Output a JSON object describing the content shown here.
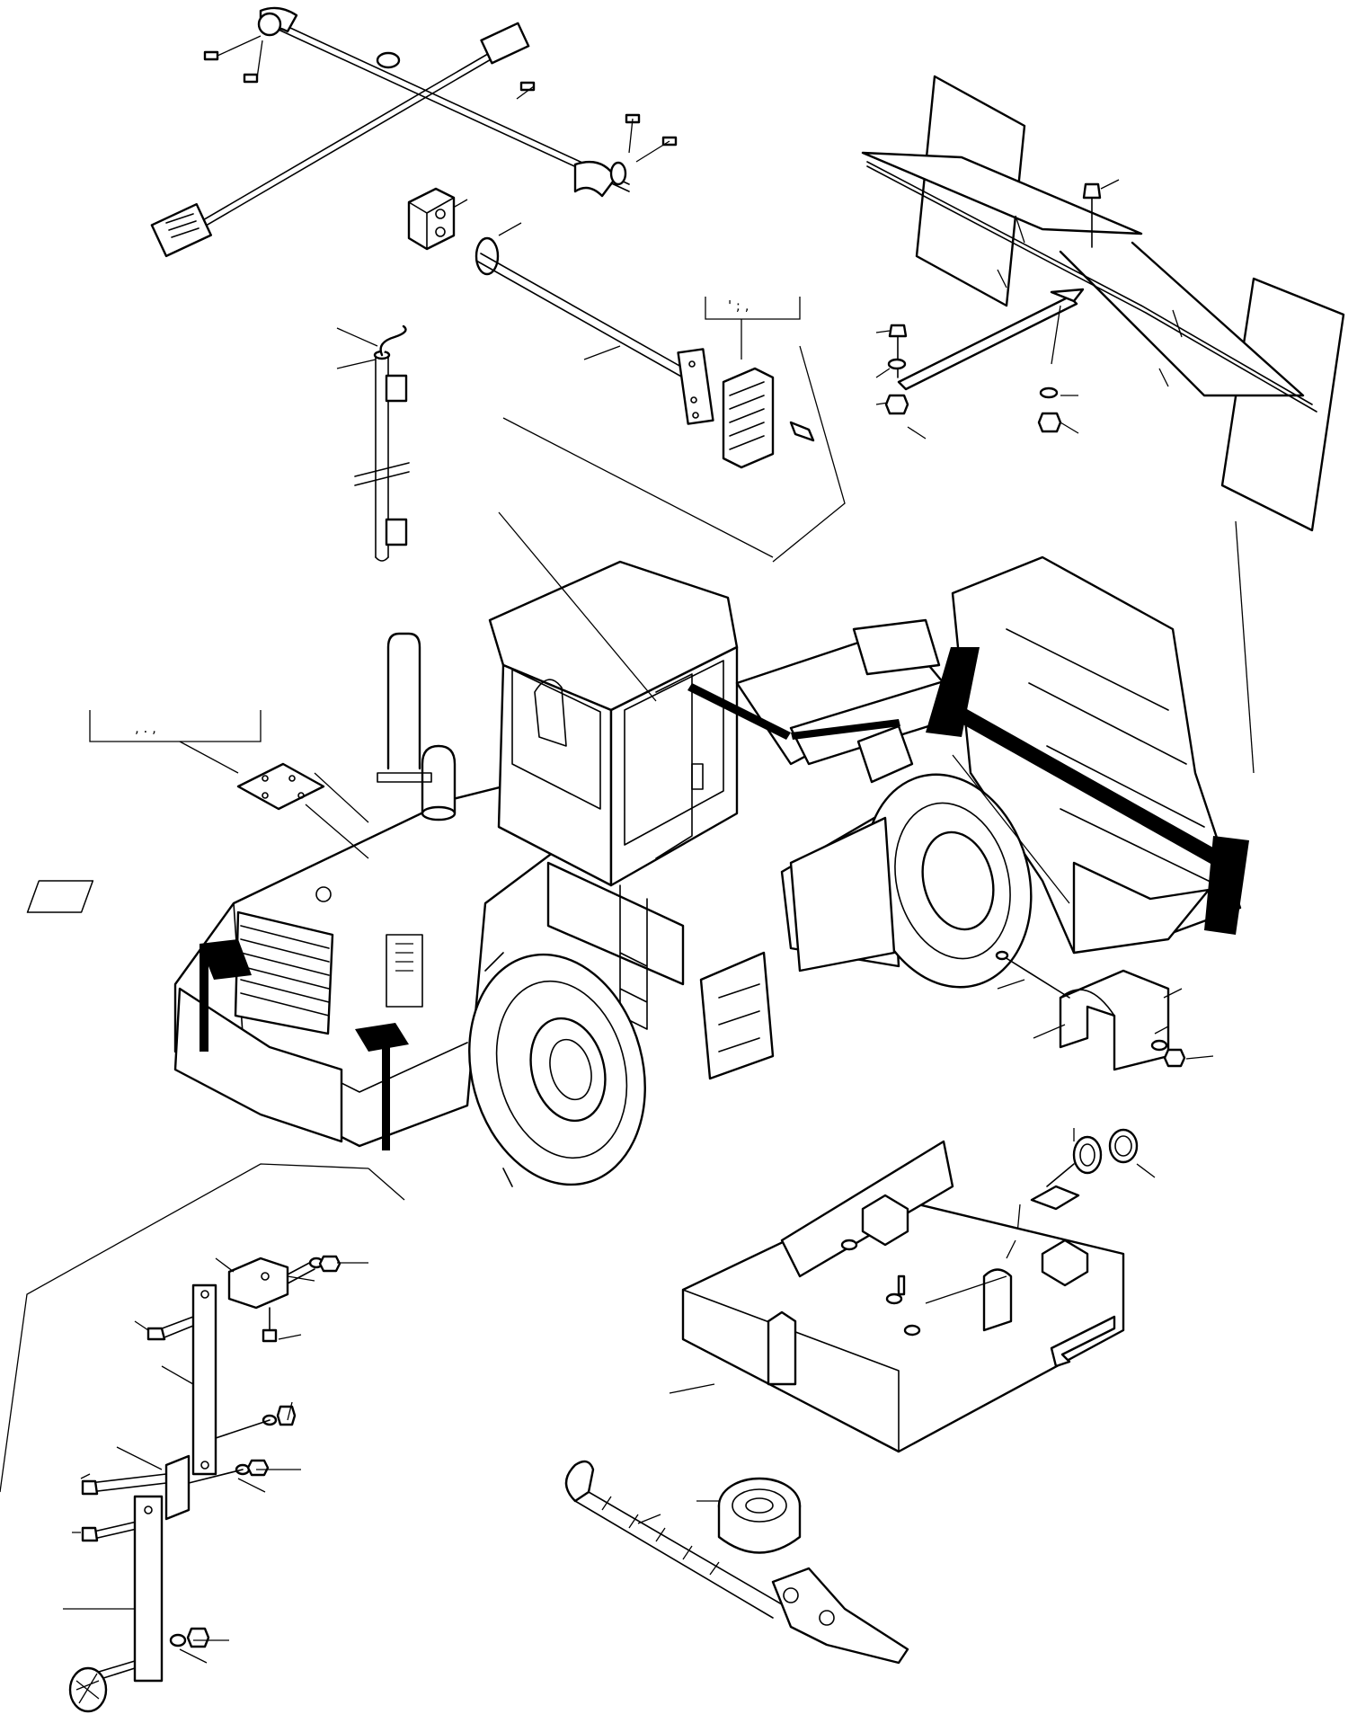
{
  "diagram": {
    "group_labels": [
      {
        "id": "pedal-group",
        "text": "' ; ,",
        "x": 0,
        "y": 0
      },
      {
        "id": "plate-group",
        "text": ", . ,",
        "x": 0,
        "y": 0
      }
    ]
  }
}
